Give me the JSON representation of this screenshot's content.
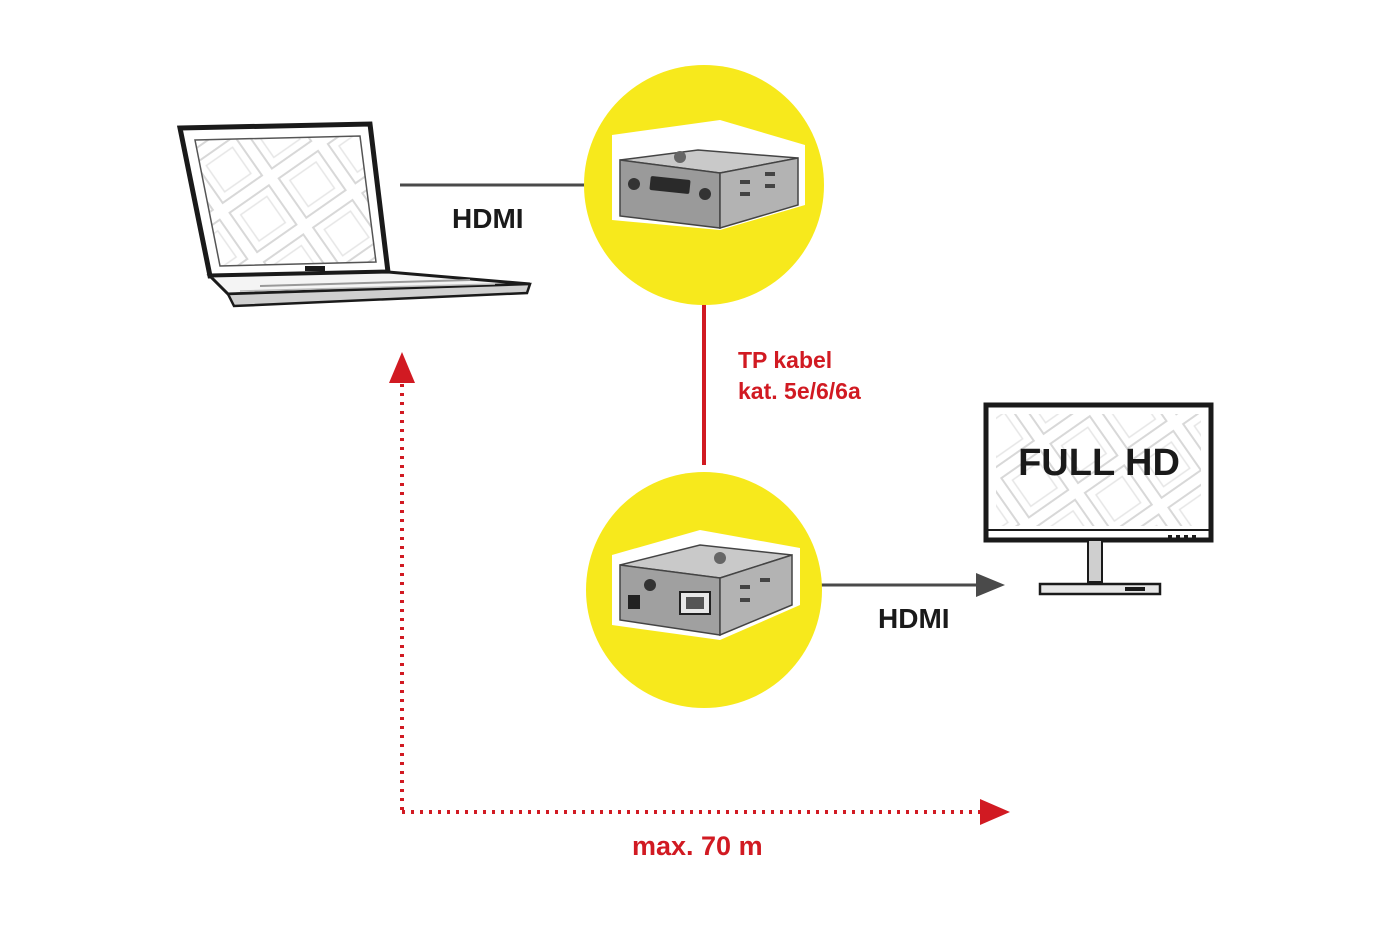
{
  "labels": {
    "hdmi_input": "HDMI",
    "hdmi_output": "HDMI",
    "tp_cable_line1": "TP kabel",
    "tp_cable_line2": "kat. 5e/6/6a",
    "distance": "max. 70 m",
    "monitor_screen": "FULL HD"
  },
  "colors": {
    "red": "#d11a22",
    "yellow": "#f7e91c",
    "text": "#1a1a1a",
    "device_body": "#8a8a8a",
    "line_gray": "#4a4a4a"
  },
  "icons": [
    "laptop-icon",
    "transmitter-icon",
    "receiver-icon",
    "monitor-icon"
  ]
}
